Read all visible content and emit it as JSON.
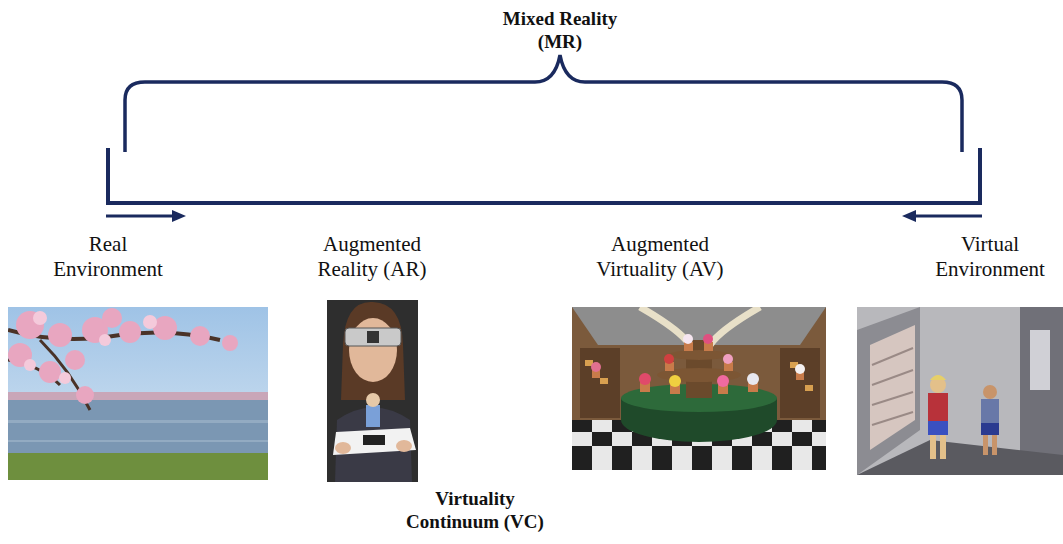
{
  "diagram": {
    "labels": [
      "Mixed Reality (MR)",
      "Real Environment",
      "Augmented Reality (AR)",
      "Augmented Virtuality (AV)",
      "Virtual Environment",
      "Virtuality Continuum (VC)"
    ]
  }
}
